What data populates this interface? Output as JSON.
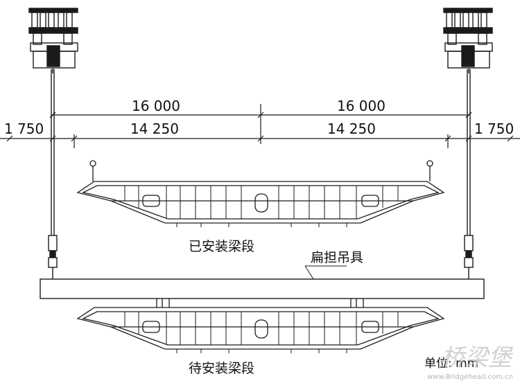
{
  "dimensions": {
    "upper_left": "16 000",
    "upper_right": "16 000",
    "lower_left_offset": "1 750",
    "lower_left": "14 250",
    "lower_right": "14 250",
    "lower_right_offset": "1 750"
  },
  "labels": {
    "installed_segment": "已安装梁段",
    "spreader_beam": "扁担吊具",
    "pending_segment": "待安装梁段",
    "unit": "单位: mm"
  },
  "watermark": {
    "logo_text": "桥梁堡",
    "url_text": "www.Bridgehead.com.cn"
  },
  "colors": {
    "ink": "#1a1a1a",
    "watermark": "#c9c9c9"
  }
}
